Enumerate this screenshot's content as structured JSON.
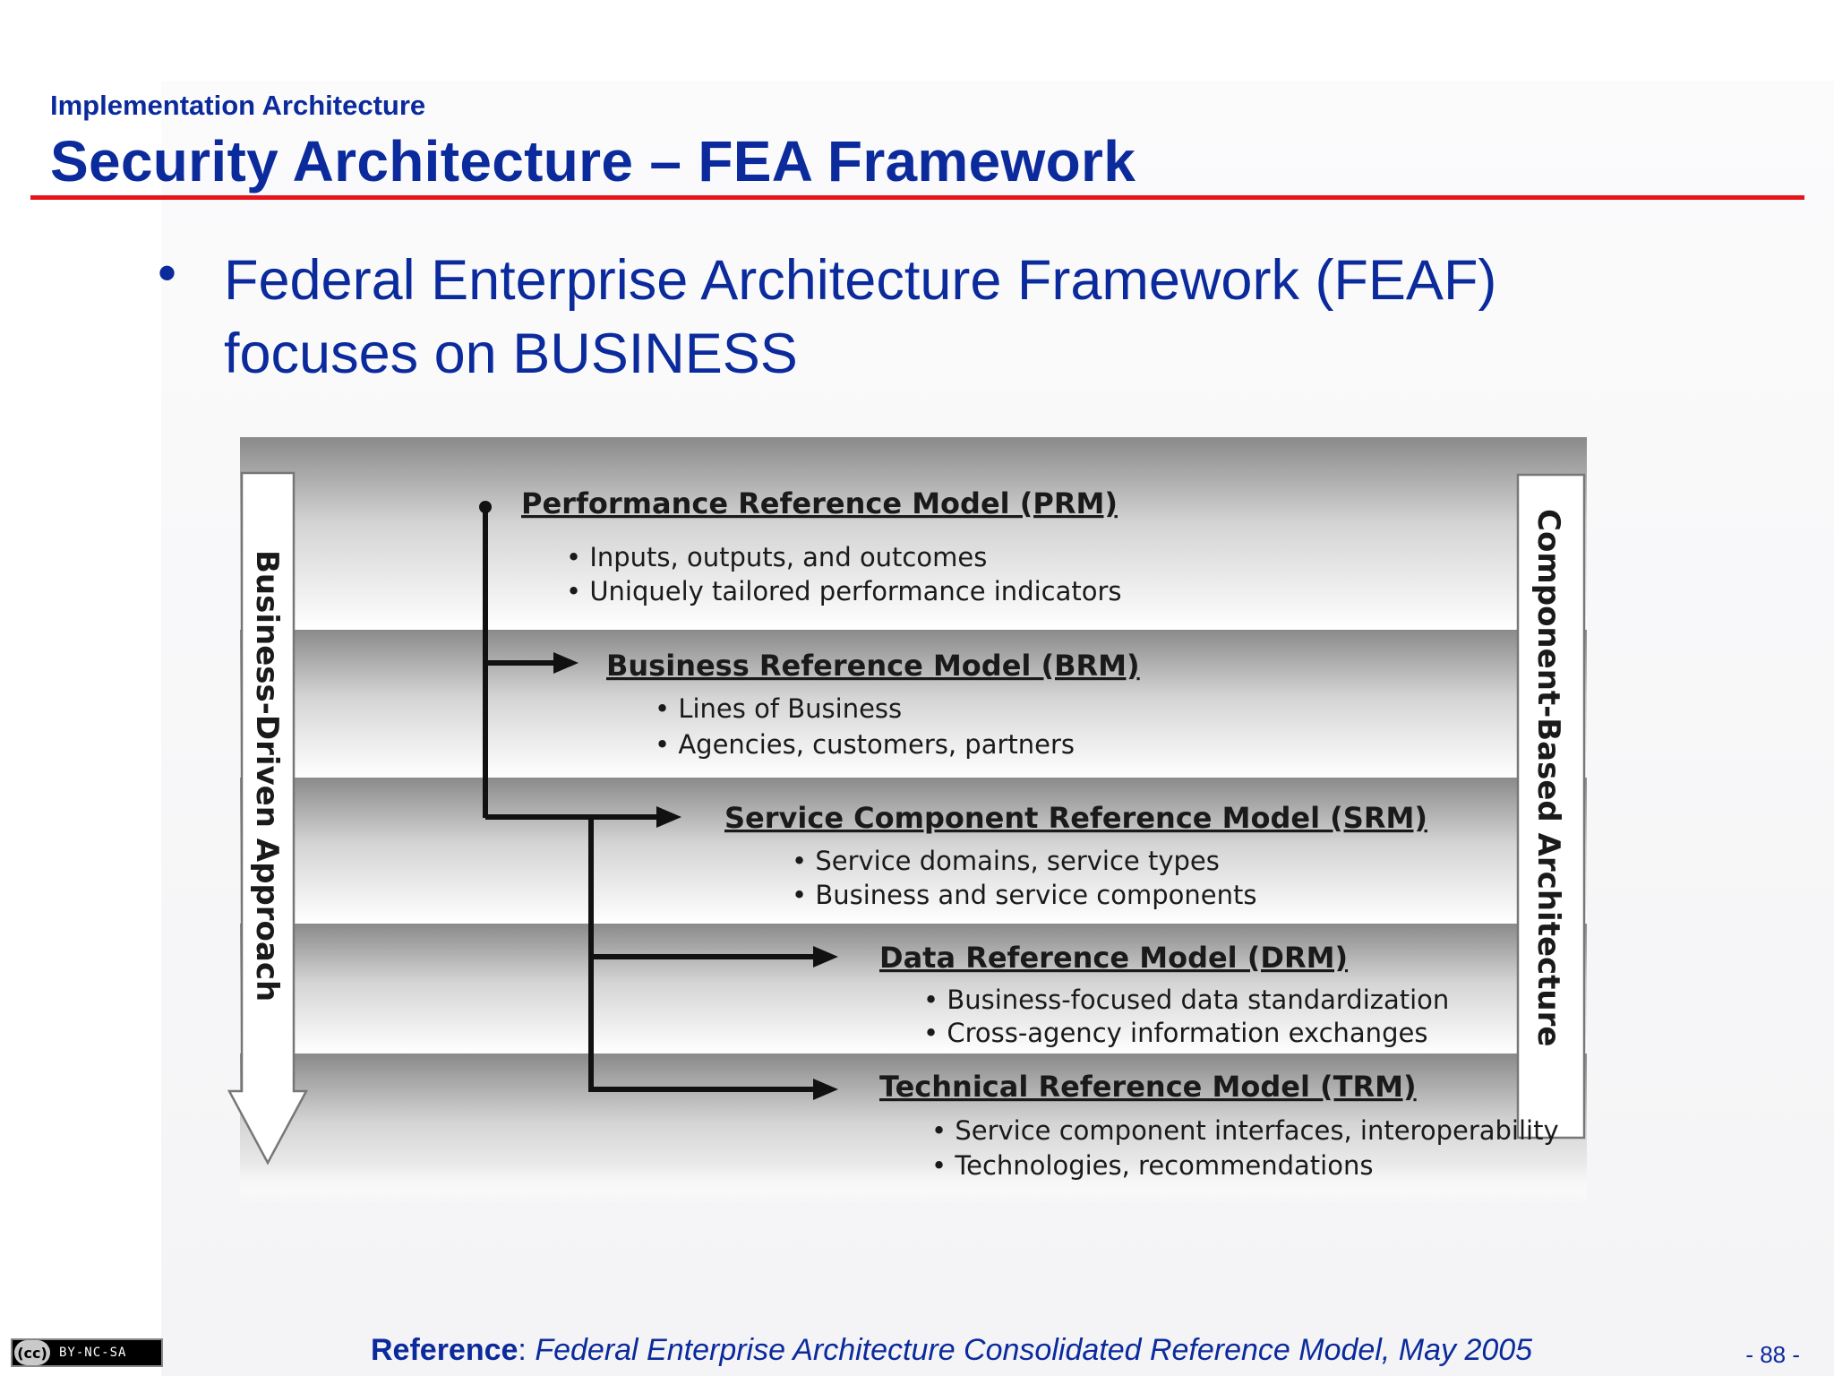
{
  "header": {
    "subtitle": "Implementation Architecture",
    "title": "Security Architecture – FEA Framework",
    "rule_color": "#e8141c"
  },
  "bullet": {
    "marker": "•",
    "lines": [
      "Federal Enterprise Architecture Framework (FEAF)",
      "focuses on BUSINESS"
    ]
  },
  "diagram": {
    "left_arrow_label": "Business-Driven Approach",
    "right_box_label": "Component-Based Architecture",
    "models": [
      {
        "title": "Performance Reference Model (PRM)",
        "items": [
          "Inputs, outputs, and outcomes",
          "Uniquely tailored performance indicators"
        ]
      },
      {
        "title": "Business Reference Model (BRM)",
        "items": [
          "Lines of Business",
          "Agencies, customers, partners"
        ]
      },
      {
        "title": "Service Component Reference Model (SRM)",
        "items": [
          "Service domains, service types",
          "Business and service components"
        ]
      },
      {
        "title": "Data Reference Model (DRM)",
        "items": [
          "Business-focused data standardization",
          "Cross-agency information exchanges"
        ]
      },
      {
        "title": "Technical Reference Model (TRM)",
        "items": [
          "Service component interfaces, interoperability",
          "Technologies, recommendations"
        ]
      }
    ]
  },
  "footer": {
    "reference_label": "Reference",
    "reference_sep": ": ",
    "reference_text": "Federal Enterprise Architecture Consolidated Reference Model, May 2005",
    "page_number": "- 88 -",
    "license_symbol": "(cc)",
    "license_text": "BY-NC-SA"
  },
  "colors": {
    "title_blue": "#0b2a9c",
    "diagram_text": "#1a1a1a"
  }
}
